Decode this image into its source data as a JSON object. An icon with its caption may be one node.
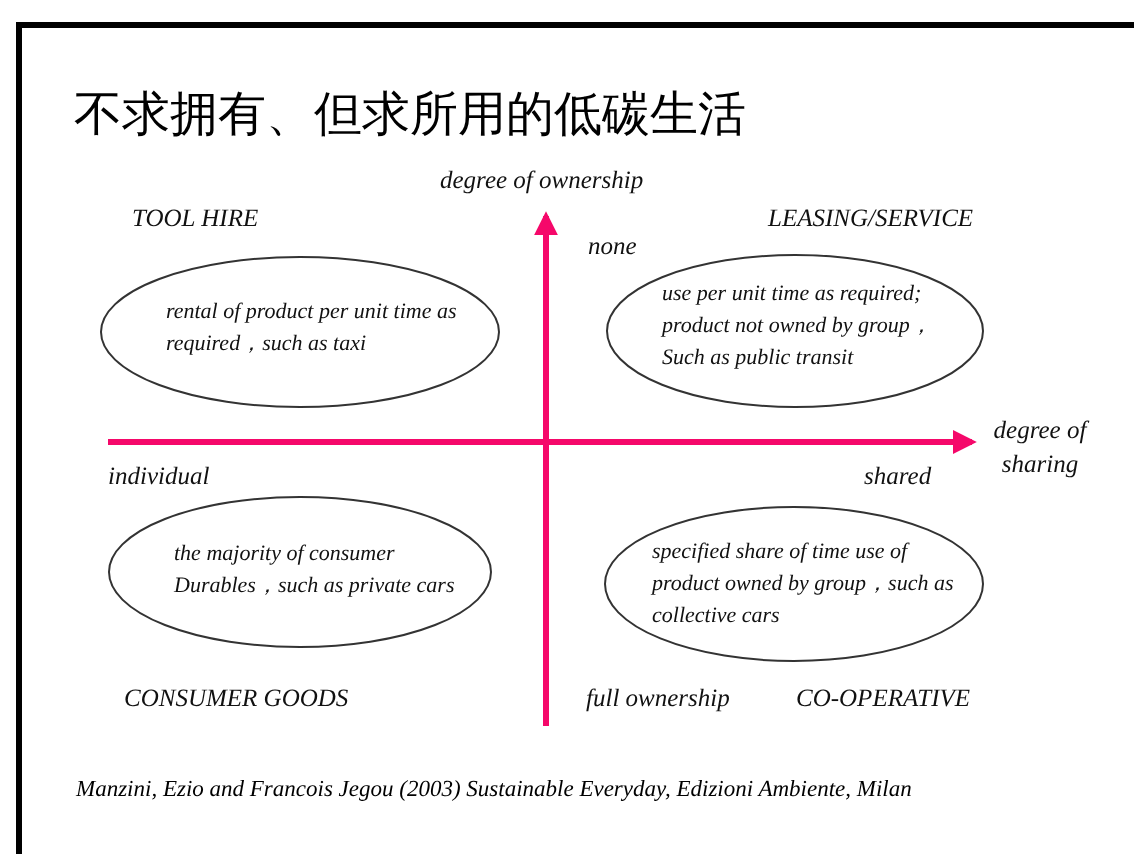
{
  "diagram": {
    "title": "不求拥有、但求所用的低碳生活",
    "caption": "Manzini, Ezio and Francois Jegou (2003) Sustainable Everyday, Edizioni Ambiente, Milan",
    "nodes": [
      {
        "text": [
          "rental of product per unit time as required，such as taxi"
        ]
      },
      {
        "text": [
          "use per unit time as required; product not owned by group， Such as public transit"
        ]
      },
      {
        "text": [
          "the majority of consumer Durables，such as private cars"
        ]
      },
      {
        "text": [
          "specified share of time use of product owned by group，such as collective cars"
        ]
      }
    ],
    "labels": [
      "degree of ownership",
      "TOOL HIRE",
      "LEASING/SERVICE",
      "none",
      "degree of sharing",
      "individual",
      "shared",
      "CONSUMER GOODS",
      "full ownership",
      "CO-OPERATIVE"
    ]
  }
}
